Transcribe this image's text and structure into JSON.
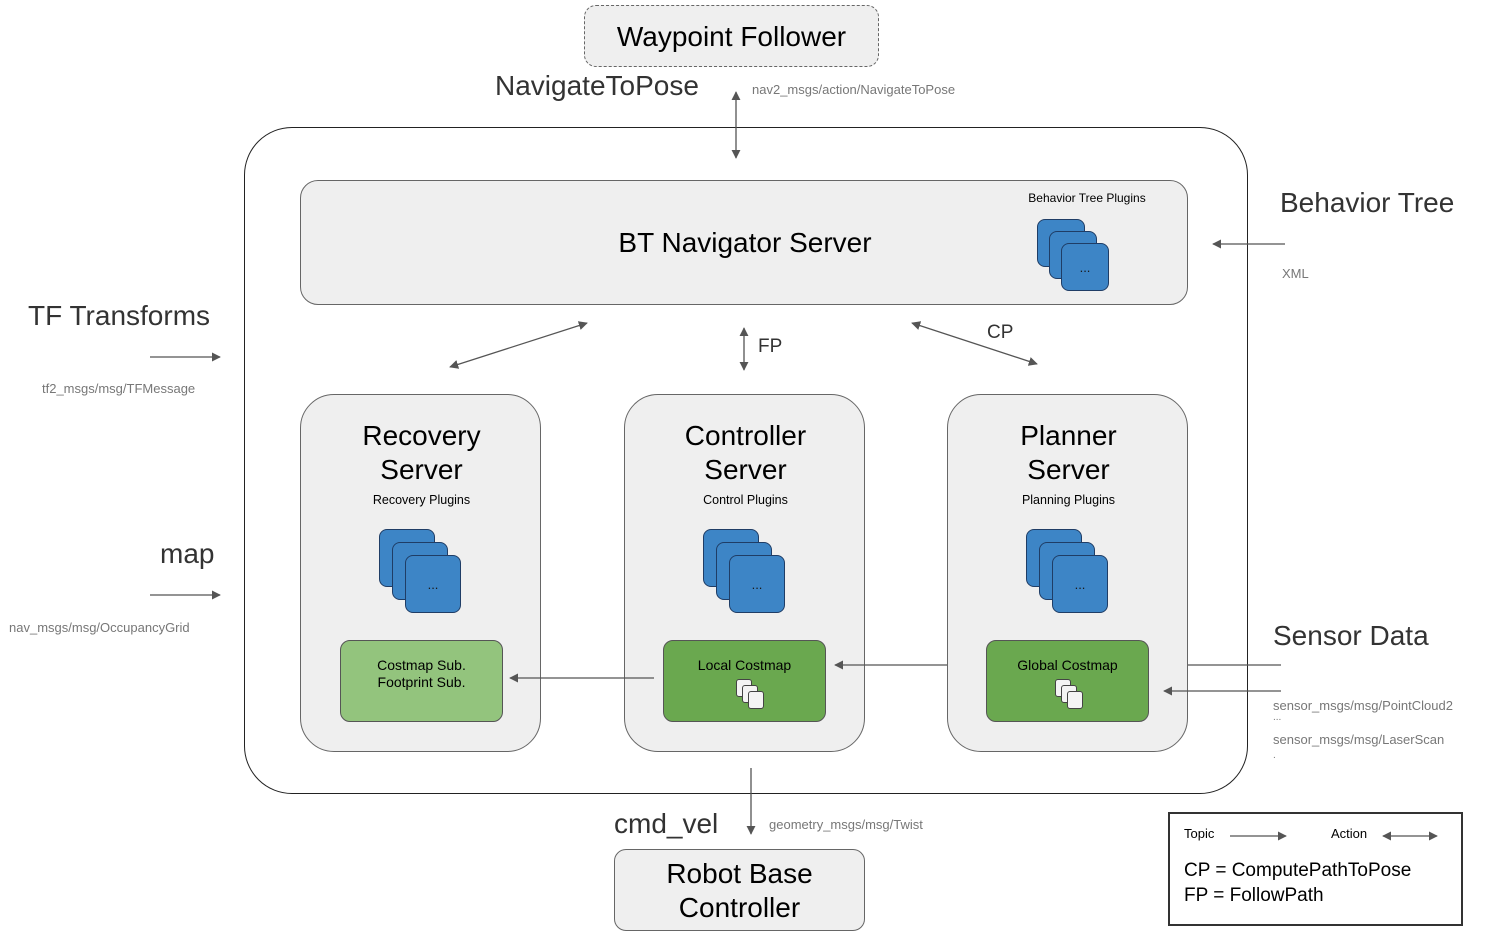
{
  "waypoint": {
    "title": "Waypoint Follower"
  },
  "navigate": {
    "label": "NavigateToPose",
    "msg": "nav2_msgs/action/NavigateToPose"
  },
  "bt_navigator": {
    "title": "BT Navigator Server",
    "plugins_label": "Behavior Tree Plugins",
    "plugin_ellipsis": "..."
  },
  "behavior_tree": {
    "label": "Behavior Tree",
    "msg": "XML"
  },
  "tf": {
    "label": "TF Transforms",
    "msg": "tf2_msgs/msg/TFMessage"
  },
  "map": {
    "label": "map",
    "msg": "nav_msgs/msg/OccupancyGrid"
  },
  "fp_label": "FP",
  "cp_label": "CP",
  "recovery": {
    "title": "Recovery\nServer",
    "plugins_label": "Recovery Plugins",
    "plugin_ellipsis": "...",
    "costmap": "Costmap Sub.\nFootprint Sub."
  },
  "controller": {
    "title": "Controller\nServer",
    "plugins_label": "Control Plugins",
    "plugin_ellipsis": "...",
    "costmap": "Local Costmap"
  },
  "planner": {
    "title": "Planner\nServer",
    "plugins_label": "Planning Plugins",
    "plugin_ellipsis": "...",
    "costmap": "Global Costmap"
  },
  "sensor": {
    "label": "Sensor Data",
    "msg1": "sensor_msgs/msg/PointCloud2",
    "msg_dots": "...",
    "msg2": "sensor_msgs/msg/LaserScan",
    "msg_dot": "."
  },
  "cmd_vel": {
    "label": "cmd_vel",
    "msg": "geometry_msgs/msg/Twist"
  },
  "robot": {
    "title": "Robot Base\nController"
  },
  "legend": {
    "topic": "Topic",
    "action": "Action",
    "cp": "CP = ComputePathToPose",
    "fp": "FP = FollowPath"
  },
  "colors": {
    "plugin_blue": "#3d85c6",
    "costmap_light_green": "#93c47d",
    "costmap_dark_green": "#6aa84f",
    "box_grey": "#efefef"
  }
}
